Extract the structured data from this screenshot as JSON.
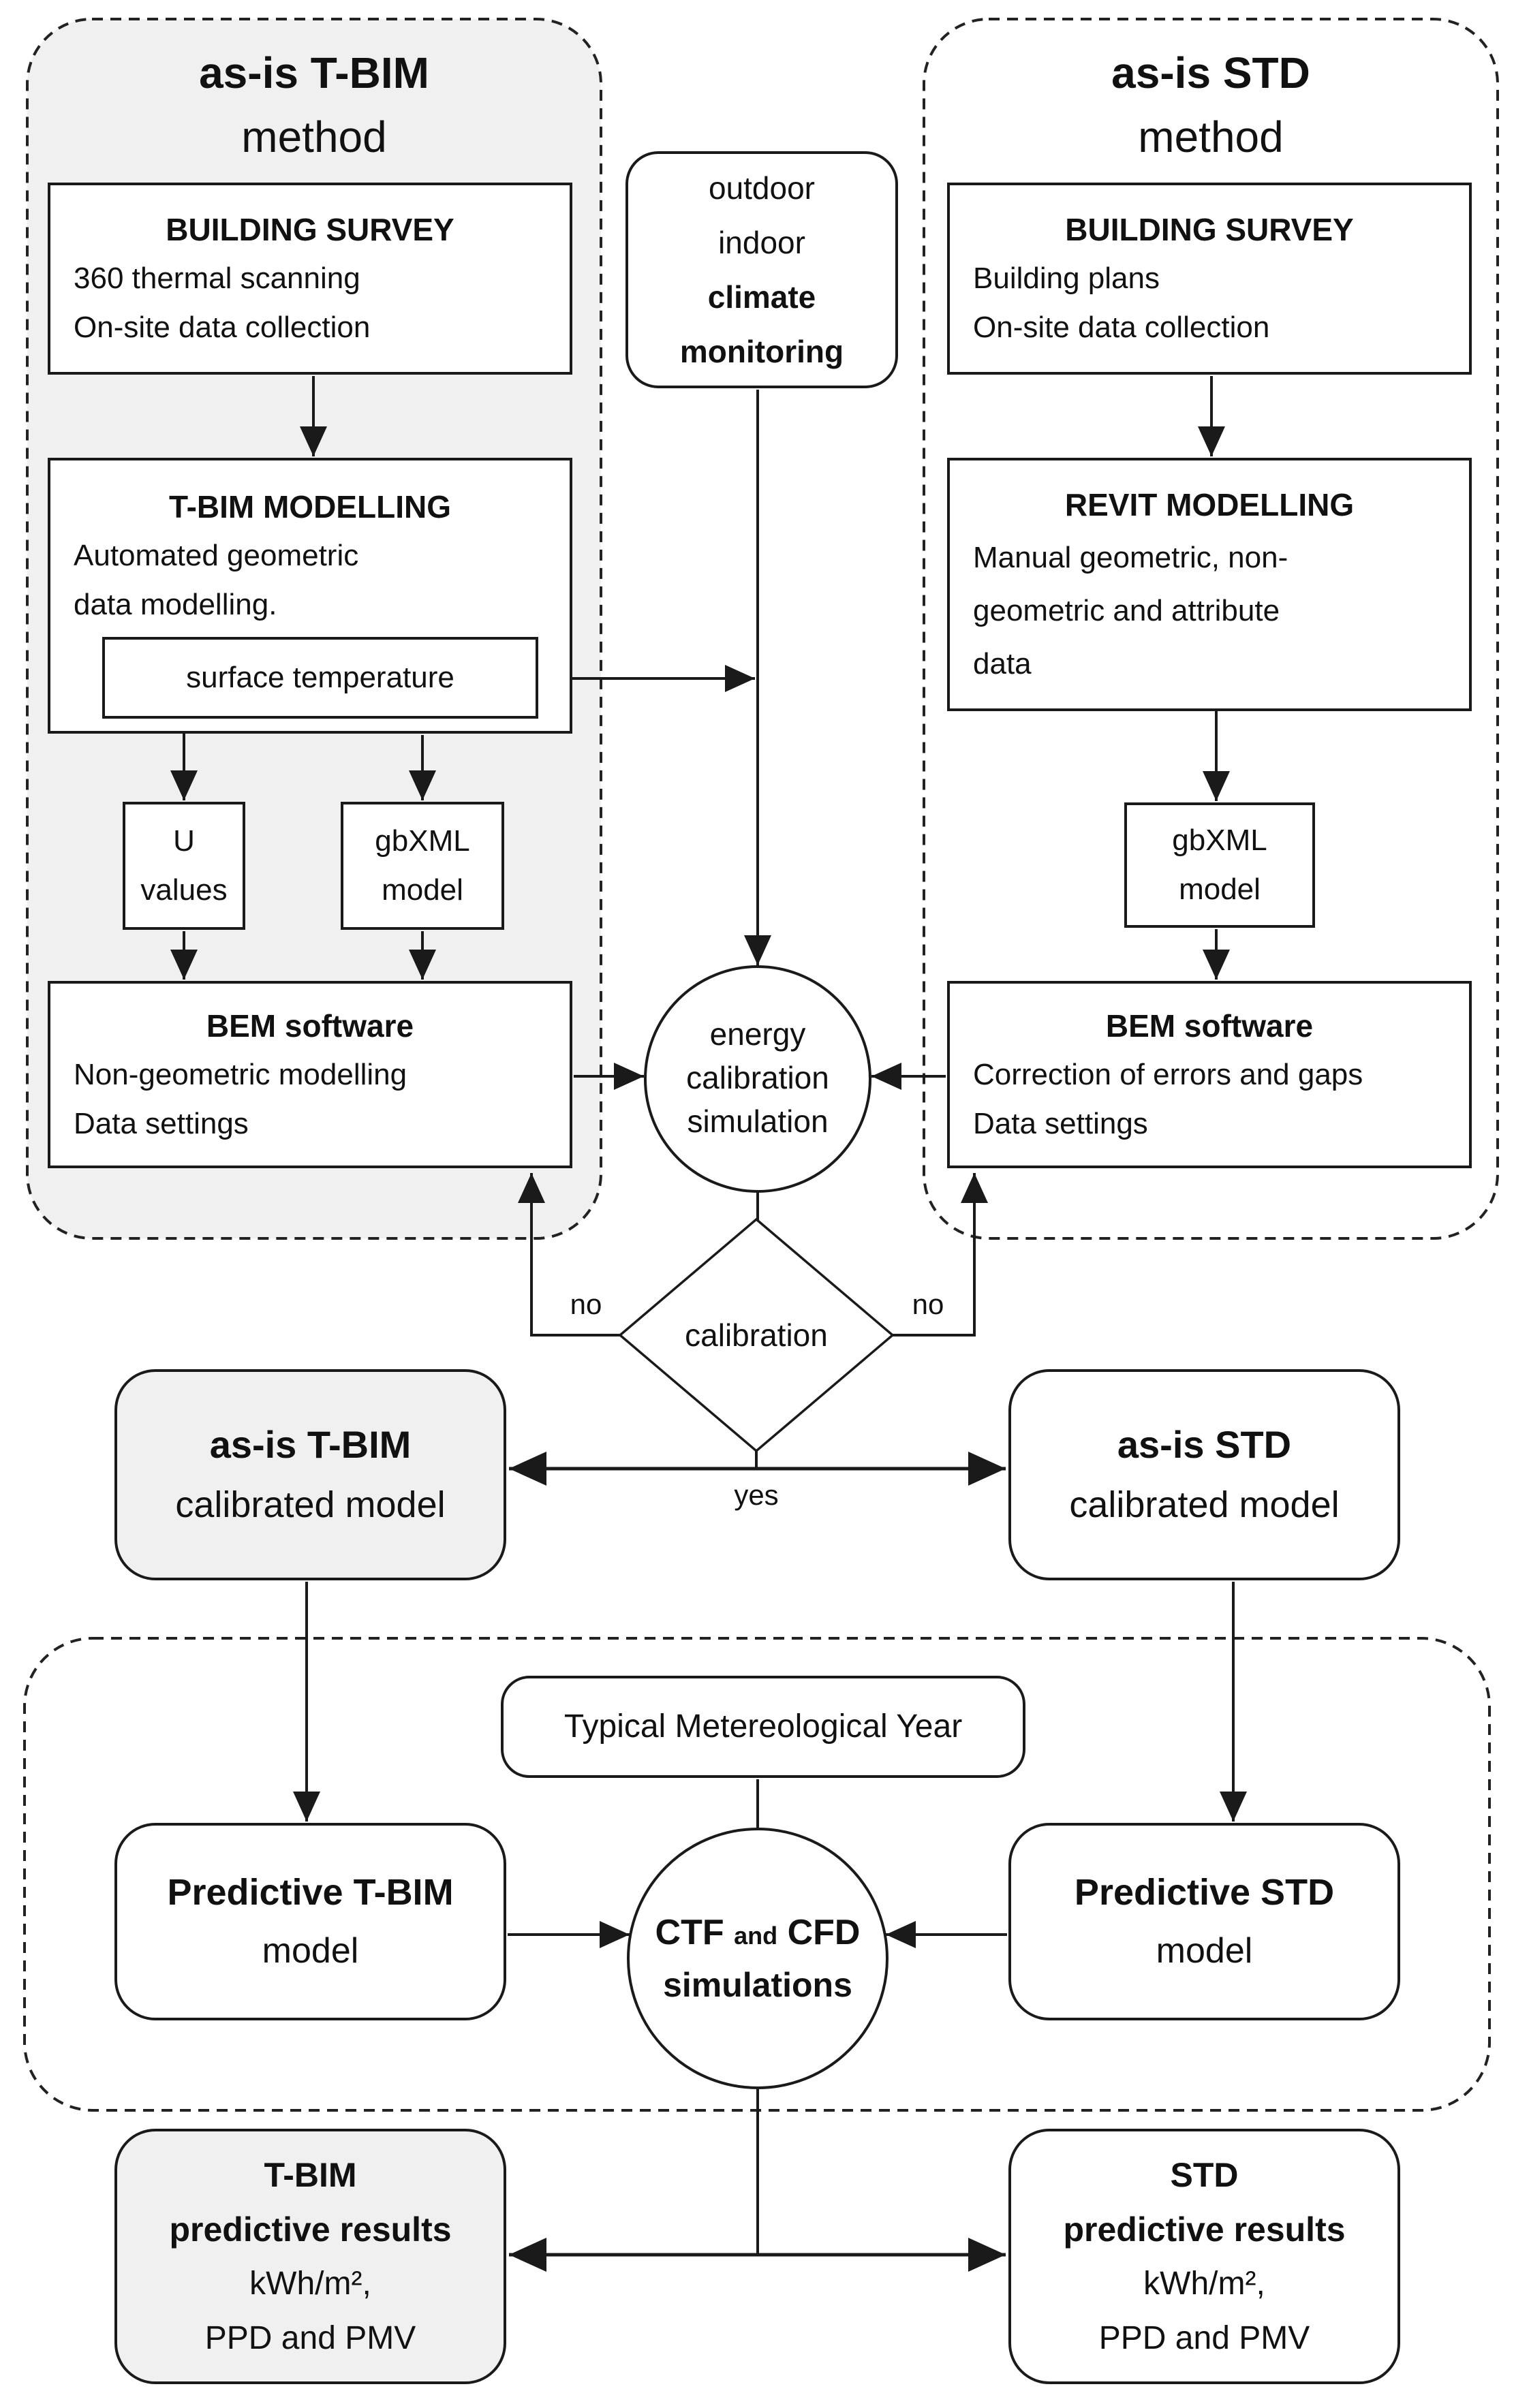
{
  "colors": {
    "container_fill": "#f0f0f0",
    "line": "#1a1a1a",
    "background": "#ffffff"
  },
  "left": {
    "header": {
      "bold": "as-is T-BIM",
      "regular": "method"
    },
    "survey": {
      "title": "BUILDING SURVEY",
      "lines": [
        "360 thermal scanning",
        "On-site data collection"
      ]
    },
    "modelling": {
      "title": "T-BIM MODELLING",
      "lines": [
        "Automated geometric",
        "data modelling."
      ]
    },
    "surface_temperature": "surface temperature",
    "u_values": [
      "U",
      "values"
    ],
    "gbxml": [
      "gbXML",
      "model"
    ],
    "bem": {
      "title": "BEM software",
      "lines": [
        "Non-geometric modelling",
        "Data settings"
      ]
    },
    "calibrated": [
      "as-is T-BIM",
      "calibrated model"
    ],
    "predictive": [
      "Predictive T-BIM",
      "model"
    ],
    "results": [
      "T-BIM",
      "predictive results",
      "kWh/m²,",
      "PPD and PMV"
    ]
  },
  "right": {
    "header": {
      "bold": "as-is STD",
      "regular": "method"
    },
    "survey": {
      "title": "BUILDING SURVEY",
      "lines": [
        "Building plans",
        "On-site data collection"
      ]
    },
    "modelling": {
      "title": "REVIT MODELLING",
      "lines": [
        "Manual geometric, non-",
        "geometric and attribute",
        "data"
      ]
    },
    "gbxml": [
      "gbXML",
      "model"
    ],
    "bem": {
      "title": "BEM software",
      "lines": [
        "Correction of errors and gaps",
        "Data settings"
      ]
    },
    "calibrated": [
      "as-is STD",
      "calibrated model"
    ],
    "predictive": [
      "Predictive STD",
      "model"
    ],
    "results": [
      "STD",
      "predictive results",
      "kWh/m²,",
      "PPD and PMV"
    ]
  },
  "center": {
    "climate": [
      "outdoor",
      "indoor",
      "climate",
      "monitoring"
    ],
    "energy_circle": [
      "energy",
      "calibration",
      "simulation"
    ],
    "diamond": {
      "label": "calibration",
      "no_left": "no",
      "no_right": "no",
      "yes": "yes"
    },
    "tmy": "Typical Metereological Year",
    "ctf": {
      "parts": [
        "CTF",
        "and",
        "CFD"
      ],
      "line2": "simulations"
    }
  }
}
